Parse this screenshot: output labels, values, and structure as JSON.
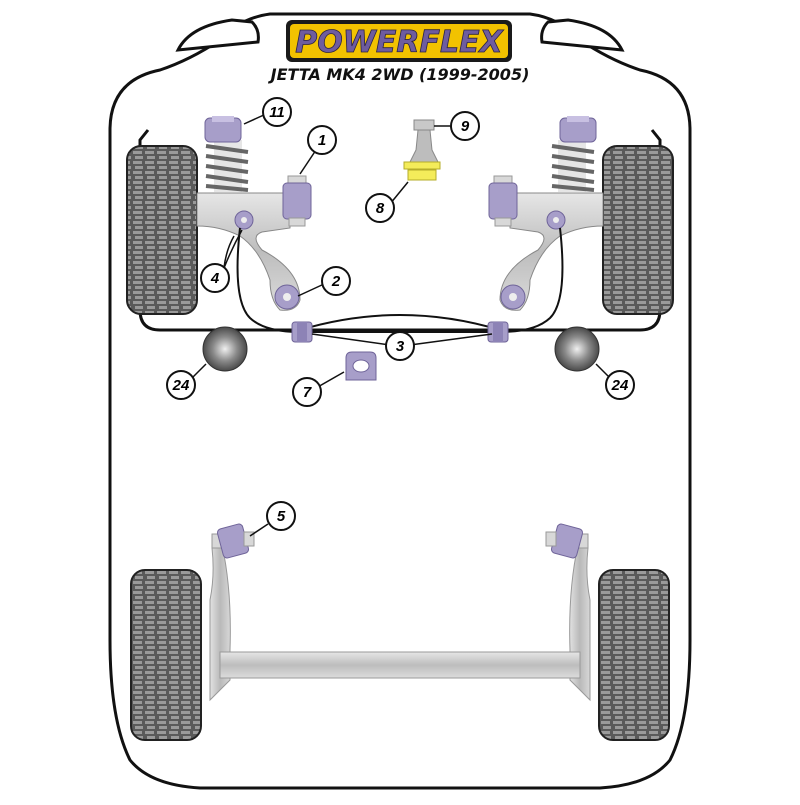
{
  "brand": {
    "name": "POWERFLEX"
  },
  "vehicle": {
    "model": "JETTA MK4 2WD (1999-2005)"
  },
  "callouts": {
    "c1": "1",
    "c2": "2",
    "c3": "3",
    "c4": "4",
    "c5": "5",
    "c7": "7",
    "c8": "8",
    "c9": "9",
    "c11": "11",
    "c24_left": "24",
    "c24_right": "24"
  },
  "colors": {
    "bush_purple": "#a79ec9",
    "bush_purple_dark": "#6f6499",
    "bush_yellow": "#f4ec5a",
    "brand_gold": "#f2c200",
    "brand_purple": "#7b6aa5",
    "metal_grey": "#c8c8c8",
    "tyre_dark": "#555555"
  }
}
